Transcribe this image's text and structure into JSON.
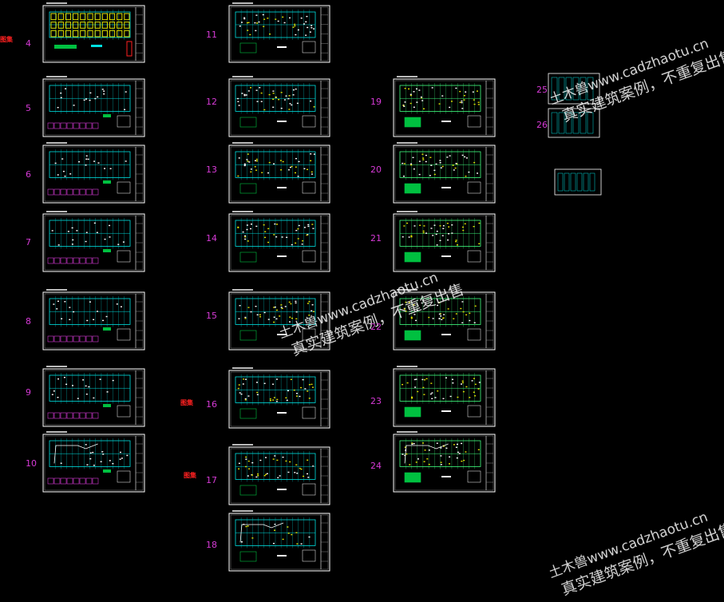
{
  "sheets": [
    {
      "num": "4",
      "kind": "plan-color"
    },
    {
      "num": "5",
      "kind": "grid"
    },
    {
      "num": "6",
      "kind": "grid"
    },
    {
      "num": "7",
      "kind": "grid"
    },
    {
      "num": "8",
      "kind": "grid"
    },
    {
      "num": "9",
      "kind": "grid"
    },
    {
      "num": "10",
      "kind": "grid-roof"
    },
    {
      "num": "11",
      "kind": "plan-detail"
    },
    {
      "num": "12",
      "kind": "plan-yellow"
    },
    {
      "num": "13",
      "kind": "plan-yellow"
    },
    {
      "num": "14",
      "kind": "plan-yellow"
    },
    {
      "num": "15",
      "kind": "plan-yellow"
    },
    {
      "num": "16",
      "kind": "plan-yellow"
    },
    {
      "num": "17",
      "kind": "plan-yellow"
    },
    {
      "num": "18",
      "kind": "roof-plan"
    },
    {
      "num": "19",
      "kind": "plan-green"
    },
    {
      "num": "20",
      "kind": "plan-green"
    },
    {
      "num": "21",
      "kind": "plan-green"
    },
    {
      "num": "22",
      "kind": "plan-green"
    },
    {
      "num": "23",
      "kind": "plan-green"
    },
    {
      "num": "24",
      "kind": "roof-plan-green"
    }
  ],
  "small_sheets": [
    {
      "num": "25"
    },
    {
      "num": "26"
    },
    {
      "num": ""
    }
  ],
  "side_marks": [
    "图集",
    "图集",
    "图集"
  ],
  "watermark": {
    "line1": "土木兽www.cadzhaotu.cn",
    "line2": "真实建筑案例，不重复出售"
  },
  "colors": {
    "frame": "#ffffff",
    "grid": "#00e0e0",
    "label": "#d63ad6",
    "accent_green": "#00c040",
    "accent_yellow": "#e0e000",
    "accent_red": "#ff2020"
  }
}
